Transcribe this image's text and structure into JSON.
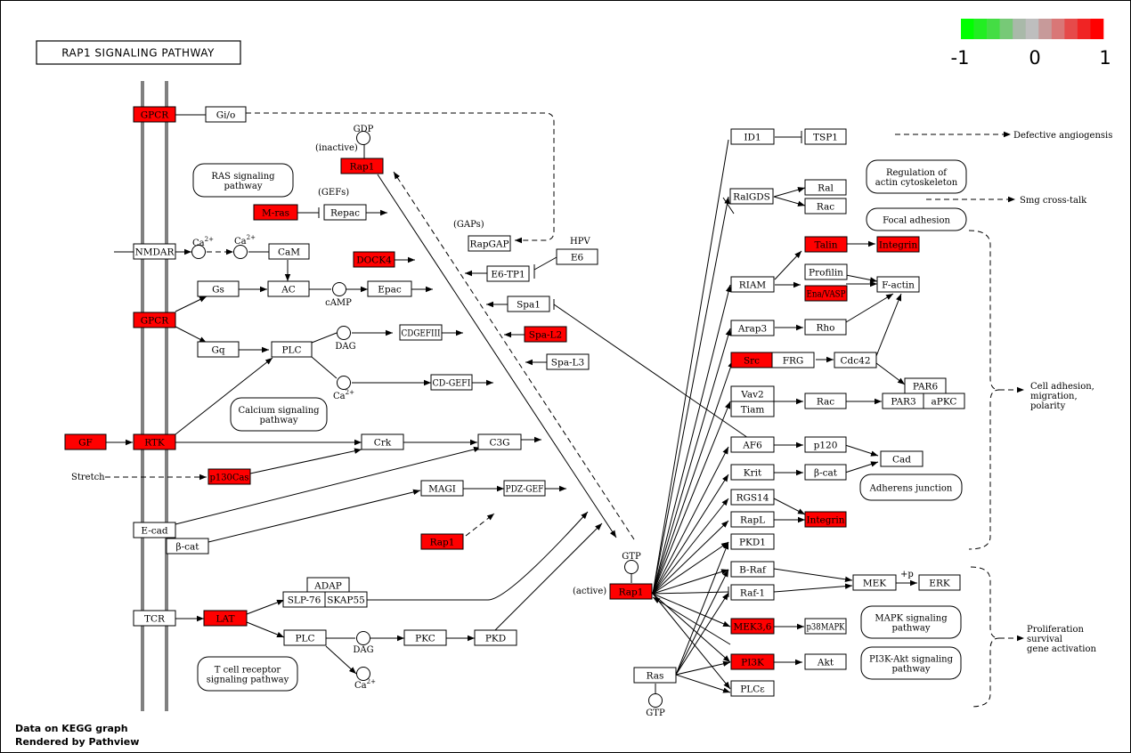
{
  "title": "RAP1 SIGNALING PATHWAY",
  "legend": {
    "labels": [
      "-1",
      "0",
      "1"
    ],
    "colors": [
      "#00ff00",
      "#22ee22",
      "#44dd44",
      "#77c977",
      "#a9b9a9",
      "#bebebe",
      "#c79a9a",
      "#d97777",
      "#e64a4a",
      "#f02424",
      "#ff0000"
    ]
  },
  "colors": {
    "up": "#ff0000",
    "node_border": "#000000",
    "membrane": "#808080"
  },
  "footer": {
    "line1": "Data on KEGG graph",
    "line2": "Rendered by Pathview"
  },
  "nodes": {
    "gpcr1": "GPCR",
    "gio": "Gi/o",
    "nmdar": "NMDAR",
    "cam": "CaM",
    "gs": "Gs",
    "ac": "AC",
    "epac": "Epac",
    "gpcr2": "GPCR",
    "gq": "Gq",
    "plc1": "PLC",
    "cdgefiii": "CDGEFIII",
    "cdgefi": "CD-GEFI",
    "gf": "GF",
    "rtk": "RTK",
    "crk": "Crk",
    "c3g": "C3G",
    "p130cas": "p130Cas",
    "magi": "MAGI",
    "pdzgef": "PDZ-GEF",
    "ecad": "E-cad",
    "bcat1": "β-cat",
    "rap1c": "Rap1",
    "adap": "ADAP",
    "slp76": "SLP-76",
    "skap55": "SKAP55",
    "tcr": "TCR",
    "lat": "LAT",
    "plc2": "PLC",
    "pkc": "PKC",
    "pkd": "PKD",
    "rap1a": "Rap1",
    "mras": "M-ras",
    "repac": "Repac",
    "dock4": "DOCK4",
    "rapgap": "RapGAP",
    "e6tp1": "E6-TP1",
    "e6": "E6",
    "spa1": "Spa1",
    "spal2": "Spa-L2",
    "spal3": "Spa-L3",
    "rap1b": "Rap1",
    "ras": "Ras",
    "id1": "ID1",
    "tsp1": "TSP1",
    "ralgds": "RalGDS",
    "ral": "Ral",
    "rac1": "Rac",
    "talin": "Talin",
    "integrin1": "Integrin",
    "riam": "RIAM",
    "profilin": "Profilin",
    "enavasp": "Ena/VASP",
    "factin": "F-actin",
    "arap3": "Arap3",
    "rho": "Rho",
    "src": "Src",
    "frg": "FRG",
    "cdc42": "Cdc42",
    "par6": "PAR6",
    "vav2": "Vav2",
    "tiam": "Tiam",
    "rac2": "Rac",
    "par3": "PAR3",
    "apkc": "aPKC",
    "af6": "AF6",
    "p120": "p120",
    "cad": "Cad",
    "krit": "Krit",
    "bcat2": "β-cat",
    "rgs14": "RGS14",
    "integrin2": "Integrin",
    "rapl": "RapL",
    "pkd1": "PKD1",
    "braf": "B-Raf",
    "raf1": "Raf-1",
    "mek": "MEK",
    "erk": "ERK",
    "mek36": "MEK3,6",
    "p38mapk": "p38MAPK",
    "pi3k": "PI3K",
    "akt": "Akt",
    "plce": "PLCε"
  },
  "pathways": {
    "ras": [
      "RAS signaling",
      "pathway"
    ],
    "calcium": [
      "Calcium signaling",
      "pathway"
    ],
    "tcell": [
      "T cell receptor",
      "signaling pathway"
    ],
    "actin": [
      "Regulation of",
      "actin cytoskeleton"
    ],
    "focal": [
      "Focal adhesion"
    ],
    "adherens": [
      "Adherens junction"
    ],
    "mapk": [
      "MAPK signaling",
      "pathway"
    ],
    "pi3k": [
      "PI3K-Akt signaling",
      "pathway"
    ]
  },
  "labels": {
    "gdp": "GDP",
    "inactive": "(inactive)",
    "gefs": "(GEFs)",
    "gaps": "(GAPs)",
    "hpv": "HPV",
    "ca": "Ca",
    "ca_sup": "2+",
    "camp": "cAMP",
    "dag": "DAG",
    "stretch": "Stretch",
    "gtp": "GTP",
    "active": "(active)",
    "plus_p": "+p",
    "defective": "Defective angiogensis",
    "smg": "Smg cross-talk",
    "adhesion": [
      "Cell adhesion,",
      "migration,",
      "polarity"
    ],
    "prolif": [
      "Proliferation",
      "survival",
      "gene activation"
    ]
  }
}
